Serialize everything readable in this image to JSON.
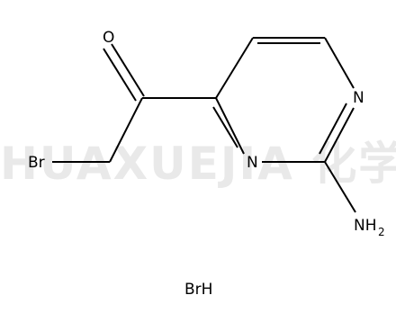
{
  "watermark": {
    "text": "HUAXUEJIA 化学加"
  },
  "molecule": {
    "atoms": {
      "oxygen": "O",
      "bromine": "Br",
      "ring_n_top": "N",
      "ring_n_bottom": "N",
      "amino_n": "NH",
      "amino_subscript": "2"
    },
    "salt_label": "BrH"
  }
}
